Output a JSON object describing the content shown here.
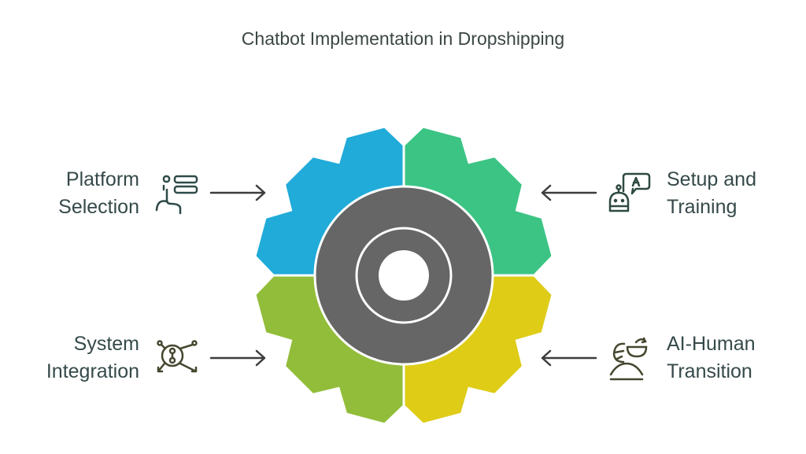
{
  "title": "Chatbot Implementation in Dropshipping",
  "steps": [
    {
      "line1": "Platform",
      "line2": "Selection",
      "icon": "hand-select-list-icon",
      "color": "#20ABD9"
    },
    {
      "line1": "Setup and",
      "line2": "Training",
      "icon": "robot-chat-icon",
      "color": "#3CC484"
    },
    {
      "line1": "System",
      "line2": "Integration",
      "icon": "integration-hub-icon",
      "color": "#92BD3A"
    },
    {
      "line1": "AI-Human",
      "line2": "Transition",
      "icon": "ai-human-icon",
      "color": "#DECC17"
    }
  ],
  "center_color": "#666666"
}
